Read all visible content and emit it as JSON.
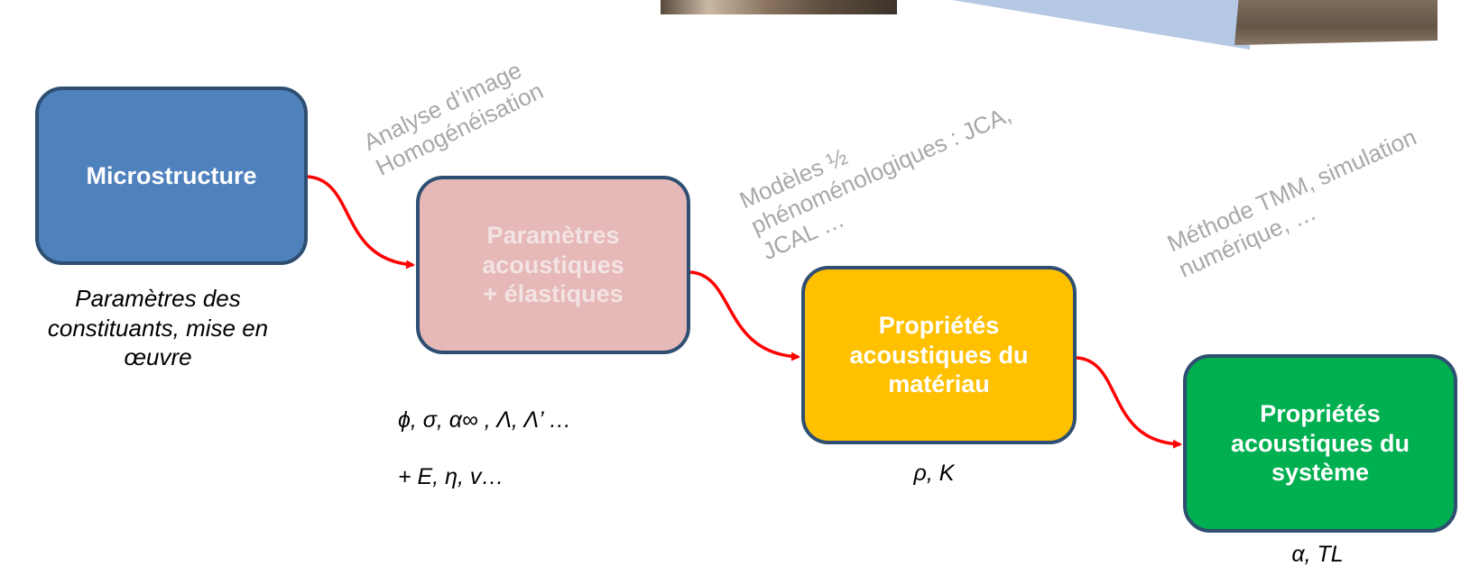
{
  "boxes": {
    "microstructure": "Microstructure",
    "parametres": "Paramètres\nacoustiques\n+ élastiques",
    "materiau": "Propriétés\nacoustiques du\nmatériau",
    "systeme": "Propriétés\nacoustiques du\nsystème"
  },
  "notes": {
    "constituants": "Paramètres des\nconstituants, mise en\nœuvre",
    "parametres_line1": "ϕ, σ, α∞ , Λ, Λ’ …",
    "parametres_line2": "+ E, η, v…",
    "materiau": "ρ, K",
    "systeme": "α, TL"
  },
  "methods": {
    "image": "Analyse d’image\nHomogénéisation",
    "modeles": "Modèles ½\nphénoménologiques : JCA,\nJCAL …",
    "tmm": "Méthode TMM, simulation\nnumérique, …"
  },
  "colors": {
    "microstructure": "#4f81bd",
    "parametres": "#e6b8b8",
    "materiau": "#ffc000",
    "systeme": "#00b050",
    "border": "#2f4f72",
    "arrow": "#ff0000"
  }
}
